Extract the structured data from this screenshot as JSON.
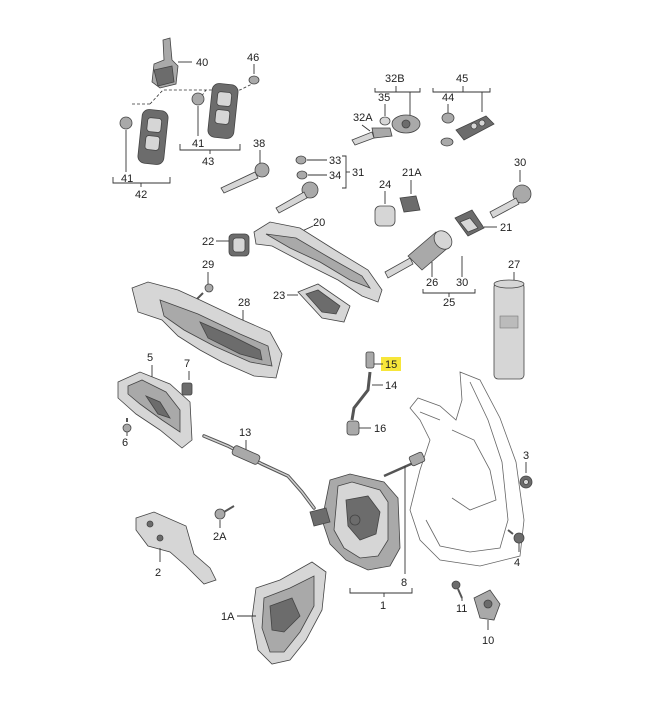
{
  "diagram": {
    "labels": {
      "l1": "1",
      "l1A": "1A",
      "l2": "2",
      "l2A": "2A",
      "l3": "3",
      "l4": "4",
      "l5": "5",
      "l6": "6",
      "l7": "7",
      "l8": "8",
      "l10": "10",
      "l11": "11",
      "l13": "13",
      "l14": "14",
      "l15": "15",
      "l16": "16",
      "l20": "20",
      "l21": "21",
      "l21A": "21A",
      "l22": "22",
      "l23": "23",
      "l24": "24",
      "l25": "25",
      "l26": "26",
      "l27": "27",
      "l28": "28",
      "l29": "29",
      "l30a": "30",
      "l30b": "30",
      "l31": "31",
      "l32A": "32A",
      "l32B": "32B",
      "l33": "33",
      "l34": "34",
      "l35": "35",
      "l38": "38",
      "l40": "40",
      "l41a": "41",
      "l41b": "41",
      "l42": "42",
      "l43": "43",
      "l44": "44",
      "l45": "45",
      "l46": "46"
    },
    "highlight_color": "#f7e63a"
  }
}
